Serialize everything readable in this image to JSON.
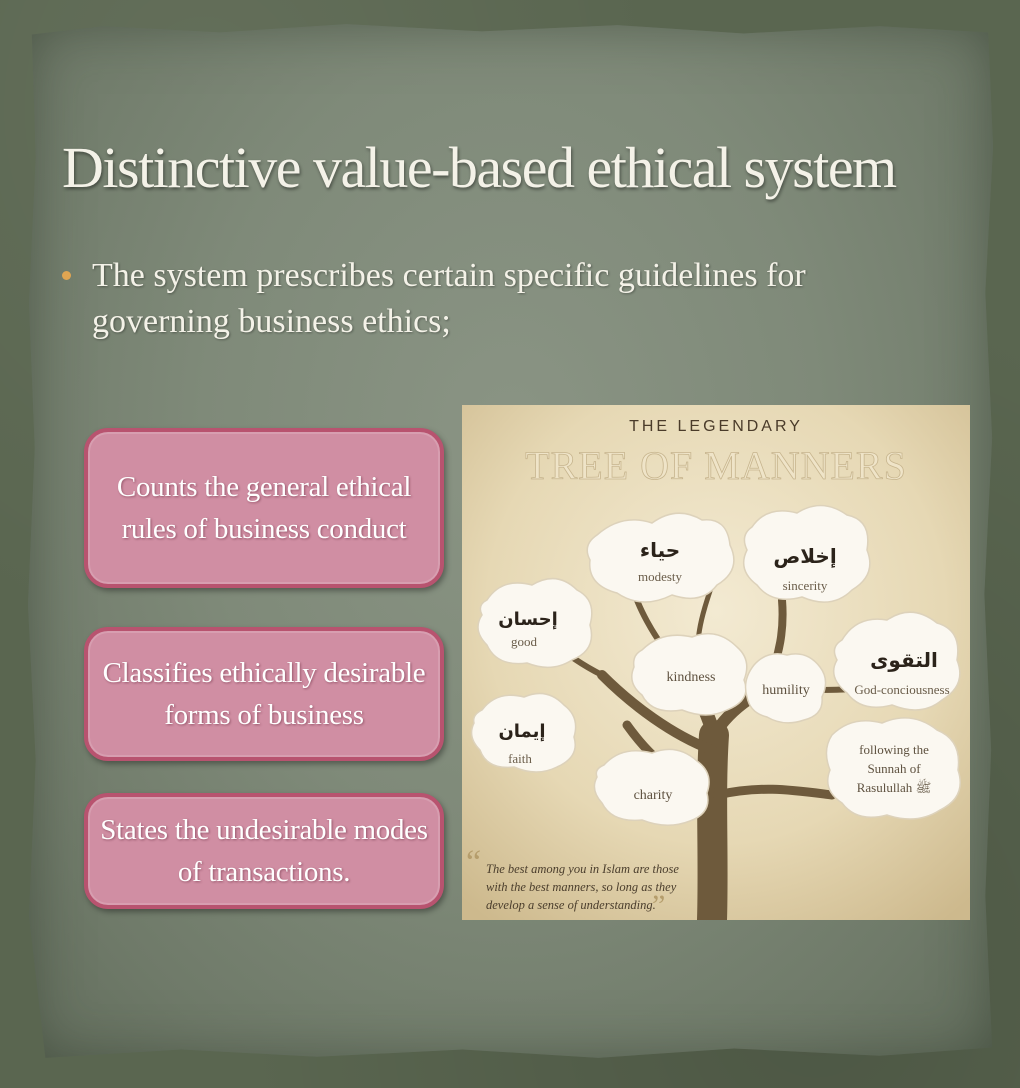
{
  "slide": {
    "title": "Distinctive value-based ethical system",
    "bullet": "The system prescribes certain specific guidelines for governing business ethics;",
    "boxes": [
      "Counts the general ethical rules of business conduct",
      "Classifies ethically desirable forms of business",
      "States the undesirable modes of transactions."
    ],
    "accent_color": "#e0a552",
    "box_fill_color": "#d08ea3",
    "box_border_color": "#b8536f"
  },
  "tree": {
    "heading_line1": "THE LEGENDARY",
    "heading_line2": "TREE OF MANNERS",
    "clouds": {
      "modesty": {
        "arabic": "حياء",
        "english": "modesty"
      },
      "sincerity": {
        "arabic": "إخلاص",
        "english": "sincerity"
      },
      "good": {
        "arabic": "إحسان",
        "english": "good"
      },
      "kindness": {
        "english": "kindness"
      },
      "humility": {
        "english": "humility"
      },
      "god": {
        "arabic": "التقوى",
        "english": "God-conciousness"
      },
      "faith": {
        "arabic": "إيمان",
        "english": "faith"
      },
      "charity": {
        "english": "charity"
      },
      "sunnah": {
        "line1": "following the",
        "line2": "Sunnah of",
        "line3": "Rasulullah ﷺ"
      }
    },
    "quote_line1": "The best among you in Islam are those",
    "quote_line2": "with the best manners, so long as they",
    "quote_line3": "develop a sense of understanding."
  }
}
